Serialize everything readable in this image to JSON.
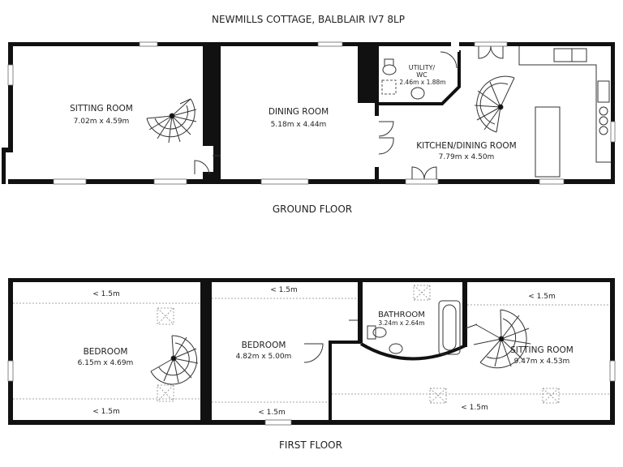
{
  "title": "NEWMILLS COTTAGE, BALBLAIR IV7 8LP",
  "ground_floor": {
    "label": "GROUND FLOOR",
    "rooms": [
      {
        "name": "SITTING ROOM",
        "size": "7.02m x 4.59m"
      },
      {
        "name": "DINING ROOM",
        "size": "5.18m x 4.44m"
      },
      {
        "name": "UTILITY/",
        "name2": "WC",
        "size": "2.46m x 1.88m"
      },
      {
        "name": "KITCHEN/DINING ROOM",
        "size": "7.79m x 4.50m"
      }
    ]
  },
  "first_floor": {
    "label": "FIRST FLOOR",
    "rooms": [
      {
        "name": "BEDROOM",
        "size": "6.15m x 4.69m"
      },
      {
        "name": "BEDROOM",
        "size": "4.82m x 5.00m"
      },
      {
        "name": "BATHROOM",
        "size": "3.24m x 2.64m"
      },
      {
        "name": "SITTING ROOM",
        "size": "9.47m x 4.53m"
      }
    ],
    "height_notes": [
      "< 1.5m",
      "< 1.5m",
      "< 1.5m",
      "< 1.5m",
      "< 1.5m",
      "< 1.5m"
    ]
  }
}
